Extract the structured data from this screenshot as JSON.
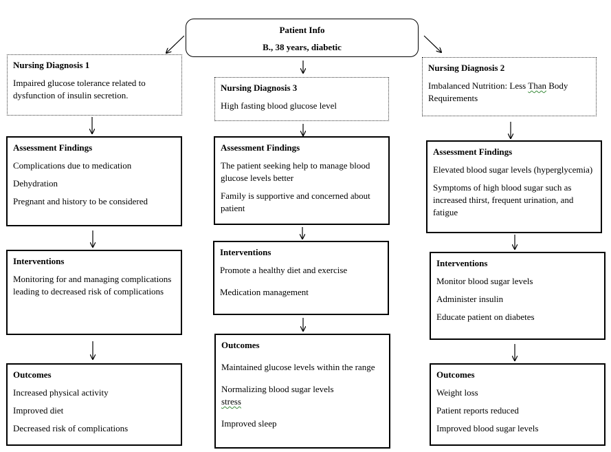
{
  "patient": {
    "title": "Patient Info",
    "subtitle": "B., 38 years, diabetic"
  },
  "left": {
    "diagnosis": {
      "title": "Nursing Diagnosis 1",
      "text": "Impaired glucose tolerance related to dysfunction of insulin secretion."
    },
    "assessment": {
      "title": "Assessment  Findings",
      "items": [
        "Complications due to medication",
        "Dehydration",
        "Pregnant and history to be considered"
      ]
    },
    "interventions": {
      "title": "Interventions",
      "items": [
        "Monitoring for and managing complications leading to decreased risk of complications"
      ]
    },
    "outcomes": {
      "title": "Outcomes",
      "items": [
        "Increased physical activity",
        "Improved diet",
        "Decreased risk of complications"
      ]
    }
  },
  "middle": {
    "diagnosis": {
      "title": "Nursing Diagnosis 3",
      "text": "High fasting blood glucose level"
    },
    "assessment": {
      "title": "Assessment  Findings",
      "items": [
        "The patient seeking help to manage blood glucose levels better",
        "Family is supportive and concerned about patient"
      ]
    },
    "interventions": {
      "title": "Interventions",
      "items": [
        "Promote a healthy diet and exercise",
        "Medication management"
      ]
    },
    "outcomes": {
      "title": "Outcomes",
      "items": [
        "Maintained glucose levels within the range",
        "Normalizing blood sugar levels",
        "stress",
        "Improved sleep"
      ]
    }
  },
  "right": {
    "diagnosis": {
      "title": "Nursing Diagnosis 2",
      "text_before": "Imbalanced Nutrition: Less ",
      "text_underlined": "Than",
      "text_after": " Body Requirements"
    },
    "assessment": {
      "title": "Assessment  Findings",
      "items": [
        "Elevated blood sugar levels (hyperglycemia)",
        "Symptoms of high blood sugar such as increased thirst, frequent urination, and fatigue"
      ]
    },
    "interventions": {
      "title": "Interventions",
      "items": [
        "Monitor blood sugar levels",
        "Administer insulin",
        "Educate patient on diabetes"
      ]
    },
    "outcomes": {
      "title": "Outcomes",
      "items": [
        "Weight loss",
        "Patient reports reduced",
        "Improved blood sugar levels"
      ]
    }
  }
}
